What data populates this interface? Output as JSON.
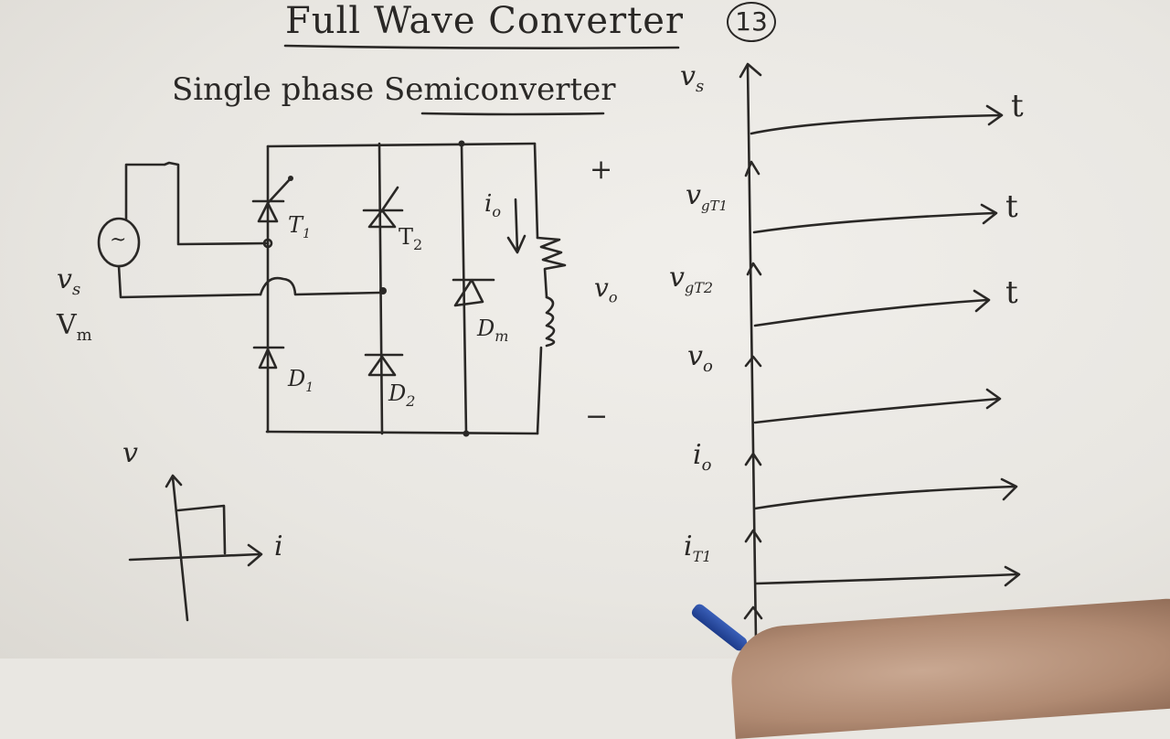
{
  "page": {
    "title": "Full Wave Converter",
    "page_number": "13",
    "subtitle": "Single phase Semiconverter"
  },
  "circuit": {
    "source_symbol": "~",
    "source_labels": {
      "vs": "v",
      "vs_sub": "s",
      "vm": "V",
      "vm_sub": "m"
    },
    "components": [
      {
        "id": "T1",
        "type": "thyristor",
        "label": "T",
        "sub": "1"
      },
      {
        "id": "T2",
        "type": "thyristor",
        "label": "T",
        "sub": "2"
      },
      {
        "id": "D1",
        "type": "diode",
        "label": "D",
        "sub": "1"
      },
      {
        "id": "D2",
        "type": "diode",
        "label": "D",
        "sub": "2"
      },
      {
        "id": "Dm",
        "type": "freewheeling-diode",
        "label": "D",
        "sub": "m"
      },
      {
        "id": "R",
        "type": "resistor",
        "label": ""
      },
      {
        "id": "L",
        "type": "inductor",
        "label": ""
      }
    ],
    "load_current": {
      "label": "i",
      "sub": "o"
    },
    "output_voltage": {
      "label": "v",
      "sub": "o",
      "plus": "+",
      "minus": "−"
    }
  },
  "vi_quadrant": {
    "y_label": "v",
    "x_label": "i"
  },
  "waveform_axes": {
    "time_label": "t",
    "rows": [
      {
        "label": "v",
        "sub": "s",
        "has_t": true
      },
      {
        "label": "v",
        "sub": "gT1",
        "has_t": true
      },
      {
        "label": "v",
        "sub": "gT2",
        "has_t": true
      },
      {
        "label": "v",
        "sub": "o",
        "has_t": false
      },
      {
        "label": "i",
        "sub": "o",
        "has_t": false
      },
      {
        "label": "i",
        "sub": "T1",
        "has_t": false
      }
    ]
  },
  "colors": {
    "paper": "#ece9e4",
    "ink": "#2a2826",
    "pen": "#2a4ea8"
  }
}
